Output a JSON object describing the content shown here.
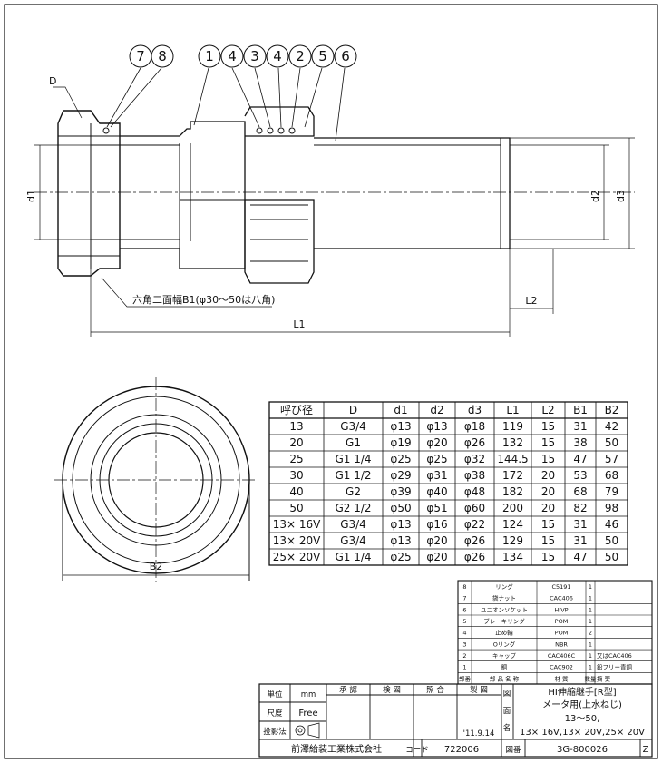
{
  "balloons": [
    "7",
    "8",
    "1",
    "4",
    "3",
    "4",
    "2",
    "5",
    "6"
  ],
  "dimension_labels": {
    "D": "D",
    "d1": "d1",
    "d2": "d2",
    "d3": "d3",
    "L1": "L1",
    "L2": "L2",
    "B2": "B2",
    "hex_note": "六角二面幅B1(φ30～50は八角)"
  },
  "size_table": {
    "headers": [
      "呼び径",
      "D",
      "d1",
      "d2",
      "d3",
      "L1",
      "L2",
      "B1",
      "B2"
    ],
    "rows": [
      [
        "13",
        "G3/4",
        "φ13",
        "φ13",
        "φ18",
        "119",
        "15",
        "31",
        "42"
      ],
      [
        "20",
        "G1",
        "φ19",
        "φ20",
        "φ26",
        "132",
        "15",
        "38",
        "50"
      ],
      [
        "25",
        "G1 1/4",
        "φ25",
        "φ25",
        "φ32",
        "144.5",
        "15",
        "47",
        "57"
      ],
      [
        "30",
        "G1 1/2",
        "φ29",
        "φ31",
        "φ38",
        "172",
        "20",
        "53",
        "68"
      ],
      [
        "40",
        "G2",
        "φ39",
        "φ40",
        "φ48",
        "182",
        "20",
        "68",
        "79"
      ],
      [
        "50",
        "G2 1/2",
        "φ50",
        "φ51",
        "φ60",
        "200",
        "20",
        "82",
        "98"
      ],
      [
        "13× 16V",
        "G3/4",
        "φ13",
        "φ16",
        "φ22",
        "124",
        "15",
        "31",
        "46"
      ],
      [
        "13× 20V",
        "G3/4",
        "φ13",
        "φ20",
        "φ26",
        "129",
        "15",
        "31",
        "50"
      ],
      [
        "25× 20V",
        "G1 1/4",
        "φ25",
        "φ20",
        "φ26",
        "134",
        "15",
        "47",
        "50"
      ]
    ]
  },
  "parts_list": {
    "rows": [
      [
        "8",
        "リング",
        "C5191",
        "1",
        ""
      ],
      [
        "7",
        "袋ナット",
        "CAC406",
        "1",
        ""
      ],
      [
        "6",
        "ユニオンソケット",
        "HIVP",
        "1",
        ""
      ],
      [
        "5",
        "ブレーキリング",
        "POM",
        "1",
        ""
      ],
      [
        "4",
        "止め輪",
        "POM",
        "2",
        ""
      ],
      [
        "3",
        "Oリング",
        "NBR",
        "1",
        ""
      ],
      [
        "2",
        "キャップ",
        "CAC406C",
        "1",
        "又はCAC406"
      ],
      [
        "1",
        "胴",
        "CAC902",
        "1",
        "鉛フリー青銅"
      ]
    ],
    "headers": [
      "部番",
      "部 品 名 称",
      "材 質",
      "数量",
      "摘 要"
    ]
  },
  "title_block": {
    "unit_label": "単位",
    "unit_value": "mm",
    "scale_label": "尺度",
    "scale_value": "Free",
    "projection_label": "投影法",
    "approval_headers": [
      "承 認",
      "検 図",
      "照 合",
      "製 図"
    ],
    "date": "'11.9.14",
    "title_side_label": [
      "図",
      "面",
      "名"
    ],
    "title_lines": [
      "HI伸縮継手[R型]",
      "メータ用(上水ねじ)",
      "13～50,",
      "13× 16V,13× 20V,25× 20V"
    ],
    "company": "前澤給装工業株式会社",
    "code_label": "コード",
    "code": "722006",
    "drawing_no_label": "図番",
    "drawing_no": "3G-800026",
    "revision": "Z"
  }
}
